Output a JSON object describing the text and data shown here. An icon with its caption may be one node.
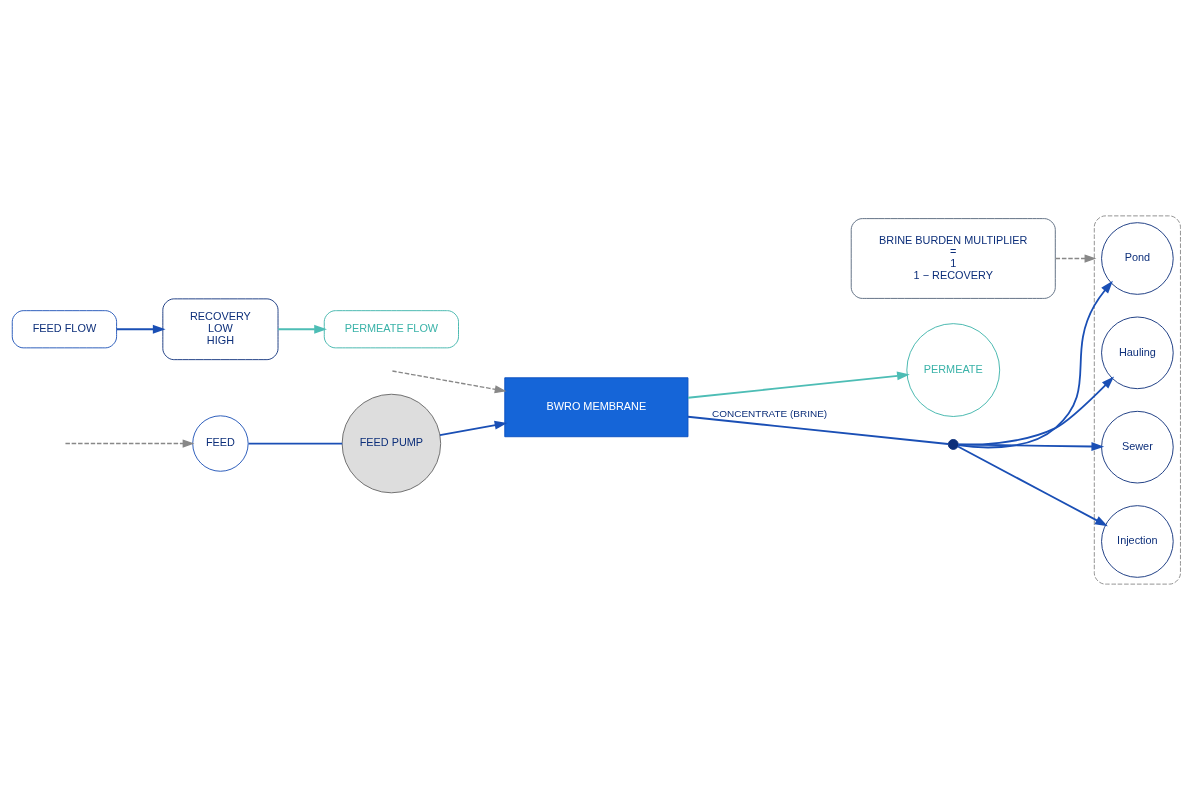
{
  "diagram": {
    "nodes": [
      {
        "text": [
          "FEED"
        ]
      },
      {
        "text": [
          "FEED PUMP"
        ]
      },
      {
        "text": [
          "BWRO MEMBRANE"
        ]
      },
      {
        "text": [
          "PERMEATE"
        ]
      },
      {
        "text": [],
        "shape": "circle"
      },
      {
        "text": [],
        "shape": "box"
      },
      {
        "text": [
          "Sewer"
        ],
        "in": 5
      },
      {
        "text": [
          "Injection"
        ],
        "in": 5
      },
      {
        "text": [
          "Pond"
        ],
        "in": 5
      },
      {
        "text": [
          "Hauling"
        ],
        "in": 5
      },
      {
        "text": [
          "FEED FLOW"
        ]
      },
      {
        "text": [
          "RECOVERY",
          "LOW",
          "HIGH"
        ]
      },
      {
        "text": [
          "PERMEATE FLOW"
        ]
      },
      {
        "text": [
          "BRINE BURDEN MULTIPLIER",
          "=",
          "1",
          "1 − RECOVERY"
        ]
      }
    ],
    "edges": [
      {
        "from": 0,
        "to": 1,
        "arrow": "none"
      },
      {
        "from": 1,
        "to": 2,
        "arrow": "to"
      },
      {
        "from": 2,
        "to": 3,
        "arrow": "to",
        "color": "#4dbdb5"
      },
      {
        "from": 2,
        "to": 4,
        "arrow": "none",
        "label": "CONCENTRATE (BRINE)"
      },
      {
        "from": 4,
        "to": 6,
        "arrow": "to"
      },
      {
        "from": 4,
        "to": 7,
        "arrow": "to"
      },
      {
        "from": 4,
        "to": 8,
        "arrow": "to"
      },
      {
        "from": 4,
        "to": 9,
        "arrow": "to"
      },
      {
        "from": null,
        "to": 0,
        "arrow": "to",
        "style": "dashed",
        "color": "#888888"
      },
      {
        "from": null,
        "to": 2,
        "arrow": "to",
        "style": "dashed",
        "color": "#888888"
      },
      {
        "from": 10,
        "to": 11,
        "arrow": "to"
      },
      {
        "from": 11,
        "to": 12,
        "arrow": "to",
        "color": "#4dbdb5"
      },
      {
        "from": 13,
        "to": 5,
        "arrow": "to",
        "style": "dashed",
        "color": "#888888"
      }
    ]
  }
}
